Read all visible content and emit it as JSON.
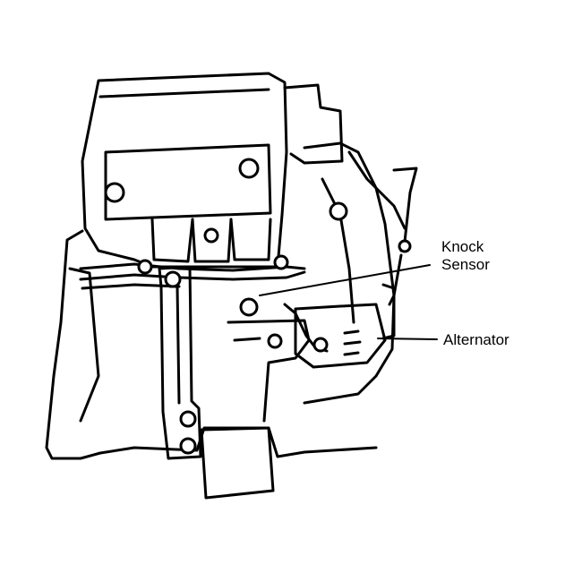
{
  "labels": {
    "knock_sensor_line1": "Knock",
    "knock_sensor_line2": "Sensor",
    "alternator": "Alternator"
  },
  "colors": {
    "ink": "#000000",
    "paper": "#ffffff"
  }
}
